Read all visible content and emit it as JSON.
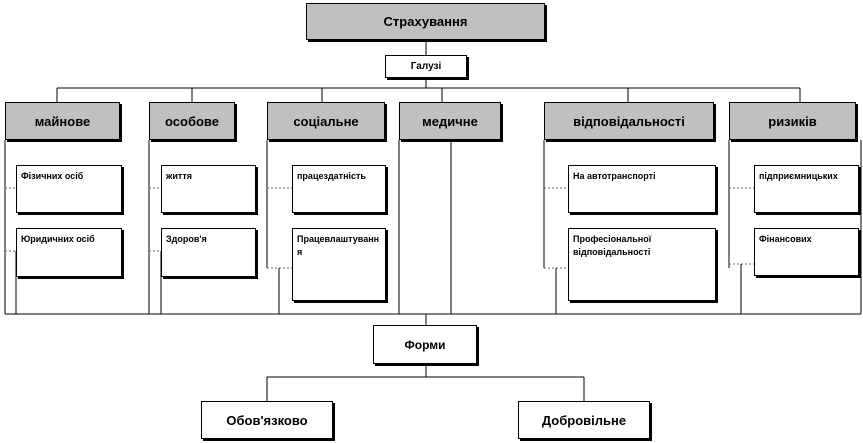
{
  "root": "Страхування",
  "branches_label": "Галузі",
  "branches": [
    {
      "label": "майнове",
      "items": [
        "Фізичних осіб",
        "Юридичних осіб"
      ]
    },
    {
      "label": "особове",
      "items": [
        "життя",
        "Здоров'я"
      ]
    },
    {
      "label": "соціальне",
      "items": [
        "працездатність",
        "Працевлаштування"
      ]
    },
    {
      "label": "медичне",
      "items": []
    },
    {
      "label": "відповідальності",
      "items": [
        "На автотранспорті",
        "Професіональної відповідальності"
      ]
    },
    {
      "label": "ризиків",
      "items": [
        "підприємницьких",
        "Фінансових"
      ]
    }
  ],
  "forms_label": "Форми",
  "forms": [
    "Обов'язково",
    "Добровільне"
  ]
}
